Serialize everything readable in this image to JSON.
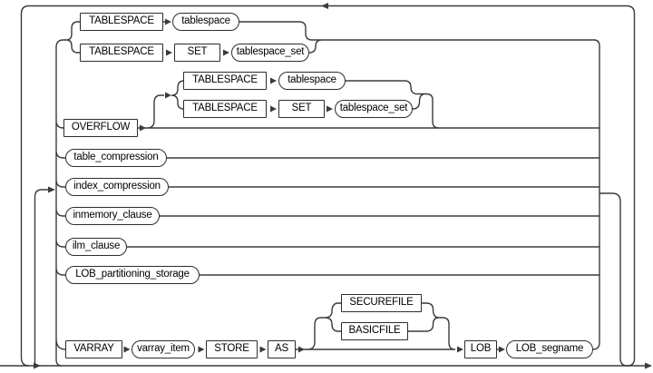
{
  "diagram": {
    "kind": "railroad-syntax-diagram",
    "colors": {
      "line": "#3b3b3b",
      "box_border": "#2d2d2d",
      "background": "#ffffff",
      "text": "#000000"
    },
    "nodes": {
      "r1_tablespace_kw": "TABLESPACE",
      "r1_tablespace": "tablespace",
      "r2_tablespace_kw": "TABLESPACE",
      "r2_set_kw": "SET",
      "r2_tablespace_set": "tablespace_set",
      "n1_tablespace_kw": "TABLESPACE",
      "n1_tablespace": "tablespace",
      "n2_tablespace_kw": "TABLESPACE",
      "n2_set_kw": "SET",
      "n2_tablespace_set": "tablespace_set",
      "overflow_kw": "OVERFLOW",
      "table_compression": "table_compression",
      "index_compression": "index_compression",
      "inmemory_clause": "inmemory_clause",
      "ilm_clause": "ilm_clause",
      "lob_partitioning_storage": "LOB_partitioning_storage",
      "varray_kw": "VARRAY",
      "varray_item": "varray_item",
      "store_kw": "STORE",
      "as_kw": "AS",
      "securefile_kw": "SECUREFILE",
      "basicfile_kw": "BASICFILE",
      "lob_kw": "LOB",
      "lob_segname": "LOB_segname"
    }
  }
}
